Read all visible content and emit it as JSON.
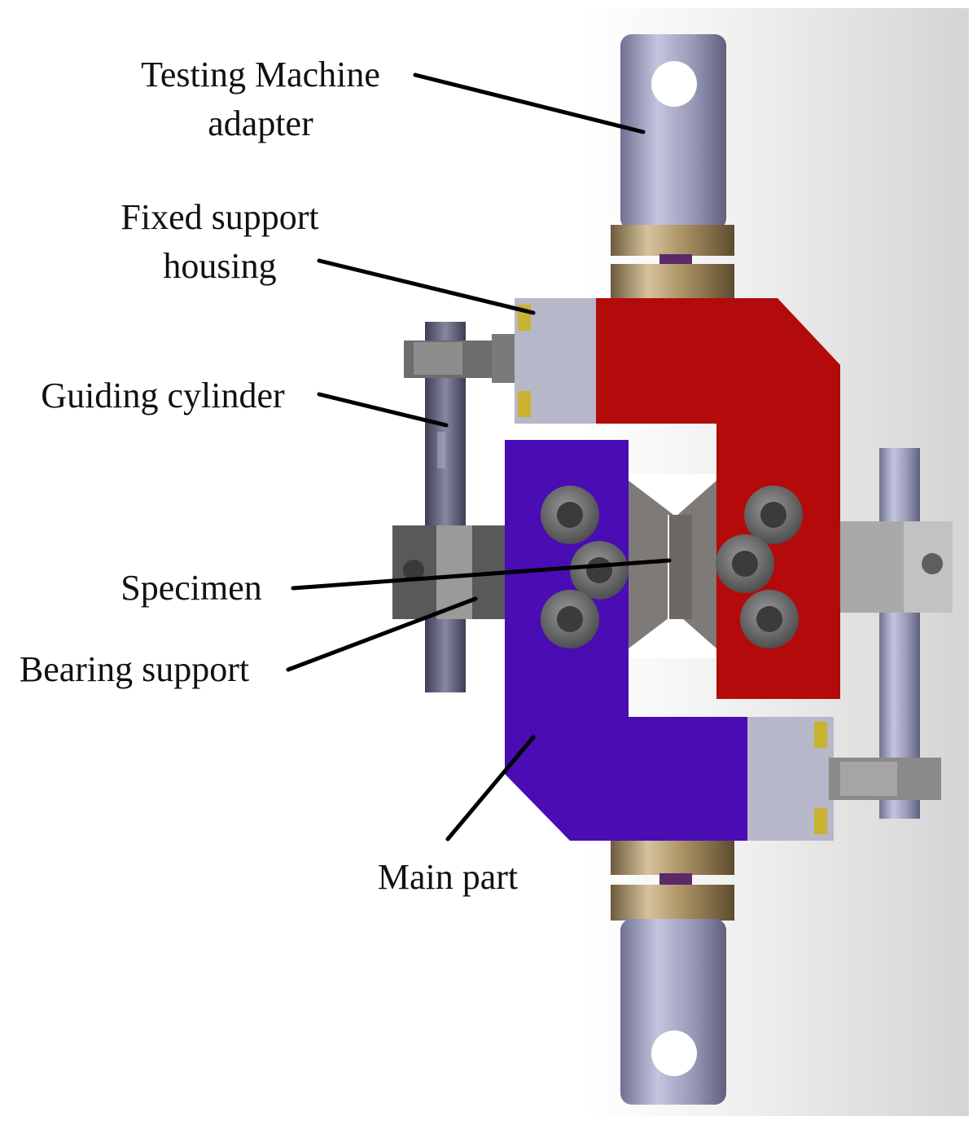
{
  "labels": {
    "testing_machine_adapter": [
      "Testing Machine",
      "adapter"
    ],
    "fixed_support_housing": [
      "Fixed support",
      "housing"
    ],
    "guiding_cylinder": "Guiding cylinder",
    "specimen": "Specimen",
    "bearing_support": "Bearing support",
    "main_part": "Main part"
  },
  "colors": {
    "fixed_support_housing": "#b30b0b",
    "main_part": "#4a0cb3",
    "specimen": "#7d7a78",
    "adapter": "#9a9cb8",
    "nut": "#b39b72",
    "bolt_head": "#6a6a6a",
    "bearing_support": "#a7a7a7"
  }
}
